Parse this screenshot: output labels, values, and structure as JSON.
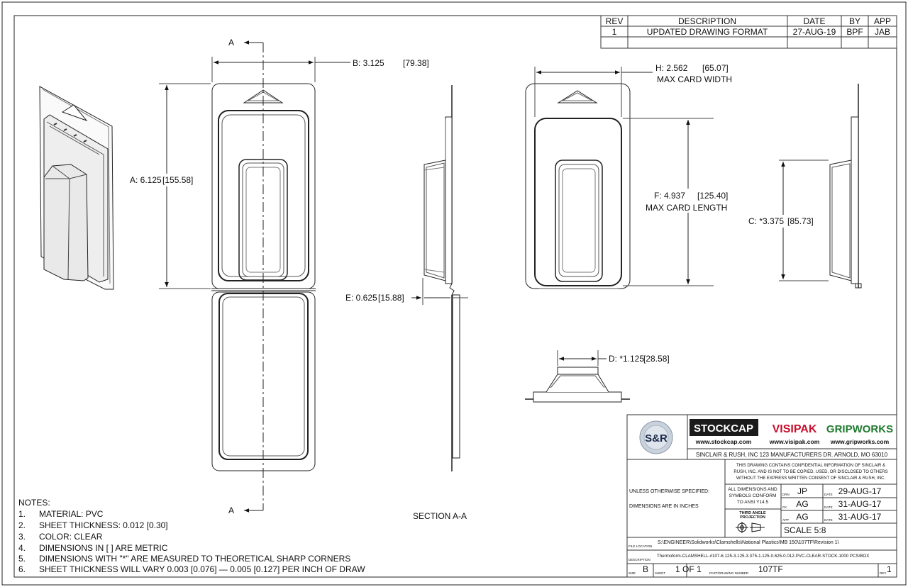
{
  "revision_table": {
    "headers": {
      "rev": "REV",
      "description": "DESCRIPTION",
      "date": "DATE",
      "by": "BY",
      "app": "APP"
    },
    "rows": [
      {
        "rev": "1",
        "description": "UPDATED DRAWING FORMAT",
        "date": "27-AUG-19",
        "by": "BPF",
        "app": "JAB"
      }
    ]
  },
  "section_markers": {
    "top": "A",
    "bottom": "A"
  },
  "dimensions": {
    "b": {
      "label": "B: 3.125",
      "metric": "79.38"
    },
    "a": {
      "label": "A: 6.125",
      "metric": "155.58"
    },
    "e": {
      "label": "E: 0.625",
      "metric": "15.88"
    },
    "h": {
      "label": "H: 2.562",
      "metric": "65.07",
      "caption": "MAX CARD WIDTH"
    },
    "f": {
      "label": "F: 4.937",
      "metric": "125.40",
      "caption": "MAX CARD LENGTH"
    },
    "c": {
      "label": "C: *3.375",
      "metric": "85.73"
    },
    "d": {
      "label": "D: *1.125",
      "metric": "28.58"
    }
  },
  "section_title": "SECTION A-A",
  "notes": {
    "heading": "NOTES:",
    "items": [
      {
        "num": "1.",
        "text": "MATERIAL: PVC"
      },
      {
        "num": "2.",
        "text": "SHEET THICKNESS: 0.012 [0.30]"
      },
      {
        "num": "3.",
        "text": "COLOR: CLEAR"
      },
      {
        "num": "4.",
        "text": "DIMENSIONS IN [ ] ARE METRIC"
      },
      {
        "num": "5.",
        "text": "DIMENSIONS WITH \"*\" ARE MEASURED TO THEORETICAL SHARP CORNERS"
      },
      {
        "num": "6.",
        "text": "SHEET THICKNESS WILL VARY 0.003 [0.076] — 0.005 [0.127] PER INCH OF DRAW"
      }
    ]
  },
  "title_block": {
    "logo_text": "S&R",
    "brands": {
      "stockcap": "STOCKCAP",
      "visipak": "VISIPAK",
      "gripworks": "GRIPWORKS"
    },
    "websites": {
      "stockcap": "www.stockcap.com",
      "visipak": "www.visipak.com",
      "gripworks": "www.gripworks.com"
    },
    "company_line": "SINCLAIR & RUSH, INC 123 MANUFACTURERS DR. ARNOLD, MO 63010",
    "confidential": [
      "THIS DRAWING CONTAINS CONFIDENTIAL INFORMATION OF SINCLAIR &",
      "RUSH, INC. AND IS NOT TO BE COPIED, USED, OR DISCLOSED TO OTHERS",
      "WITHOUT THE EXPRESS WRITTEN CONSENT OF SINCLAIR & RUSH, INC."
    ],
    "unless_specified": "UNLESS OTHERWISE SPECIFIED:",
    "dims_in_inches": "DIMENSIONS ARE IN INCHES",
    "symbols_conform": [
      "ALL DIMENSIONS AND",
      "SYMBOLS CONFORM",
      "TO ANSI Y14.5"
    ],
    "third_angle": [
      "THIRD ANGLE",
      "PROJECTION"
    ],
    "drawn": {
      "tag": "DRN",
      "by": "JP",
      "date_tag": "DATE",
      "date": "29-AUG-17"
    },
    "checked": {
      "tag": "CK",
      "by": "AG",
      "date_tag": "DATE",
      "date": "31-AUG-17"
    },
    "approved": {
      "tag": "APP",
      "by": "AG",
      "date_tag": "DATE",
      "date": "31-AUG-17"
    },
    "scale": "SCALE 5:8",
    "file_location_tag": "FILE LOCATION",
    "file_location": "S:\\ENGINEER\\Solidworks\\Clamshells\\National Plastics\\MB 150\\107TF\\Revision 1\\",
    "description_tag": "DESCRIPTION",
    "description": "Thermoform-CLAMSHELL-#107-6.125-3.125-3.375-1.125-0.625-0.012-PVC-CLEAR-STOCK-1000 PCS/BOX",
    "size_tag": "SIZE",
    "size": "B",
    "sheet_tag": "SHEET",
    "sheet": "1 OF 1",
    "part_tag": "PART/DRAWING NUMBER",
    "part_number": "107TF",
    "rev_tag": "REV",
    "rev": "1"
  }
}
